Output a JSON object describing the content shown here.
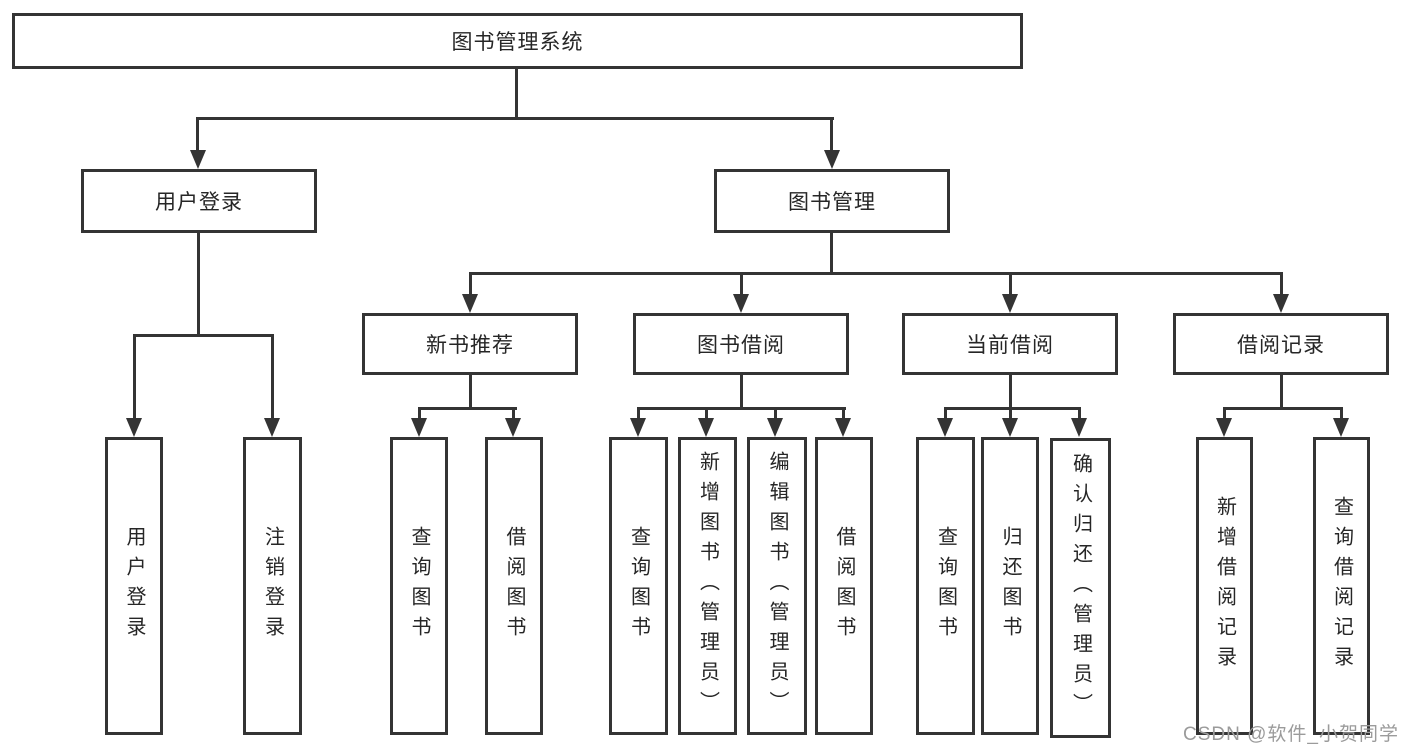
{
  "colors": {
    "line": "#343434",
    "text": "#262626",
    "background": "#ffffff",
    "watermark": "#9b9b9b"
  },
  "watermark": {
    "text": "CSDN @软件_小贺同学"
  },
  "tree": {
    "root": {
      "label": "图书管理系统"
    },
    "branches": [
      {
        "label": "用户登录",
        "children": [
          {
            "label": "用户登录"
          },
          {
            "label": "注销登录"
          }
        ]
      },
      {
        "label": "图书管理",
        "children": [
          {
            "label": "新书推荐",
            "children": [
              {
                "label": "查询图书"
              },
              {
                "label": "借阅图书"
              }
            ]
          },
          {
            "label": "图书借阅",
            "children": [
              {
                "label": "查询图书"
              },
              {
                "label": "新增图书（管理员）"
              },
              {
                "label": "编辑图书（管理员）"
              },
              {
                "label": "借阅图书"
              }
            ]
          },
          {
            "label": "当前借阅",
            "children": [
              {
                "label": "查询图书"
              },
              {
                "label": "归还图书"
              },
              {
                "label": "确认归还（管理员）"
              }
            ]
          },
          {
            "label": "借阅记录",
            "children": [
              {
                "label": "新增借阅记录"
              },
              {
                "label": "查询借阅记录"
              }
            ]
          }
        ]
      }
    ]
  }
}
